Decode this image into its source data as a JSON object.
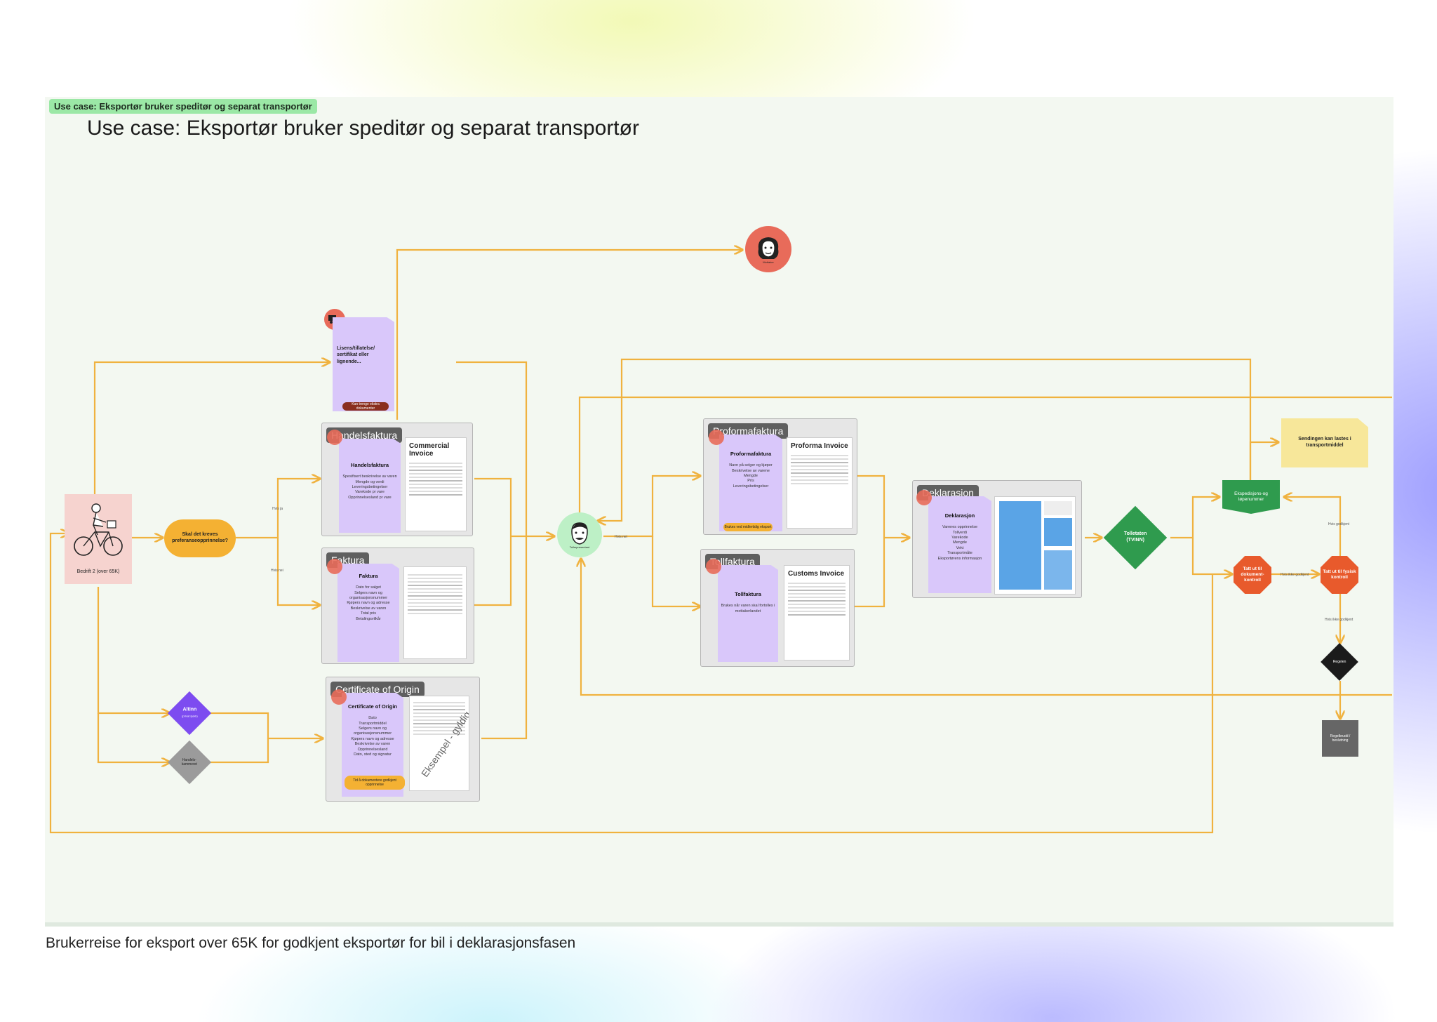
{
  "frame": {
    "tag": "Use case: Eksportør bruker speditør og separat transportør",
    "title": "Use case: Eksportør bruker speditør og separat transportør",
    "caption": "Brukerreise for eksport over 65K for godkjent eksportør for bil i deklarasjonsfasen"
  },
  "actors": {
    "company": "Bedrift 2 (over 65K)",
    "forwarder": "Tollrepresentant",
    "other": "Mottaker"
  },
  "decisions": {
    "preference": "Skal det kreves preferanseopprinnelse?",
    "altinn": "Altinn",
    "altinn_sub": "(privat sjekk)",
    "trade": "Handels-kammeret",
    "customs": "Tolletaten (TVINN)",
    "release": "Regelen"
  },
  "labels": {
    "yes": "Hvis ja",
    "no": "Hvis nei",
    "approved": "Hvis godkjent",
    "not_approved": "Hvis ikke godkjent"
  },
  "docs": {
    "license": {
      "title": "Lisens/tillatelse/ sertifikat eller lignende...",
      "pill": "Kan trenge ekstra dokumenter"
    },
    "handelsfaktura": {
      "card": "Handelsfaktura",
      "doc": "Handelsfaktura",
      "bullets": [
        "Spesifisert beskrivelse av varen",
        "Mengde og verdi",
        "Leveringsbetingelser",
        "Varekode pr vare",
        "Opprinnelsesland pr vare"
      ],
      "paper": "Commercial Invoice"
    },
    "faktura": {
      "card": "Faktura",
      "doc": "Faktura",
      "bullets": [
        "Dato for salget",
        "Selgers navn og organisasjonsnummer",
        "Kjøpers navn og adresse",
        "Beskrivelse av varen",
        "Total pris",
        "Betalingsvilkår"
      ]
    },
    "certificate": {
      "card": "Certificate of Origin",
      "doc": "Certificate of Origin",
      "bullets": [
        "Dato",
        "Transportmiddel",
        "Selgers navn og organisasjonsnummer",
        "Kjøpers navn og adresse",
        "Beskrivelse av varen",
        "Opprinnelsesland",
        "Dato, sted og signatur"
      ],
      "pill": "Tid å dokumentere godkjent opprinnelse",
      "stamp": "Eksempel - gyldig"
    },
    "proforma": {
      "card": "Proformafaktura",
      "doc": "Proformafaktura",
      "bullets": [
        "Navn på selger og kjøper",
        "Beskrivelse av varene",
        "Mengde",
        "Pris",
        "Leveringsbetingelser"
      ],
      "pill": "Brukes ved midlertidig eksport",
      "paper": "Proforma Invoice"
    },
    "tollfaktura": {
      "card": "Tollfaktura",
      "doc": "Tollfaktura",
      "bullets": [
        "Brukes når varen skal fortolles i mottakerlandet"
      ],
      "paper": "Customs Invoice"
    },
    "deklarasjon": {
      "card": "Deklarasjon",
      "doc": "Deklarasjon",
      "bullets": [
        "Varenes opprinnelse",
        "Tollverdi",
        "Varekode",
        "Mengde",
        "Vekt",
        "Transportmåte",
        "Eksportørens informasjon"
      ]
    }
  },
  "end": {
    "note": "Sendingen kan lastes i transportmiddel",
    "expedition": "Ekspedisjons-og løpenummer",
    "doc_control": "Tatt ut til dokument-kontroll",
    "physical_control": "Tatt ut til fysisk kontroll",
    "rejected": "Regelbrudd / beslutning"
  },
  "colors": {
    "wire": "#f0b23f",
    "purple_doc": "#d9c7fa",
    "sticky": "#f7e79a",
    "decision_green": "#2f9b4e",
    "control_red": "#e85a2c",
    "altinn": "#7d4cf0",
    "trade": "#9b9b9b",
    "actor_red": "#e86b5a",
    "actor_green": "#bdf0c6"
  },
  "icons": [
    "bicycle-person-icon",
    "truck-icon",
    "face-icon"
  ]
}
